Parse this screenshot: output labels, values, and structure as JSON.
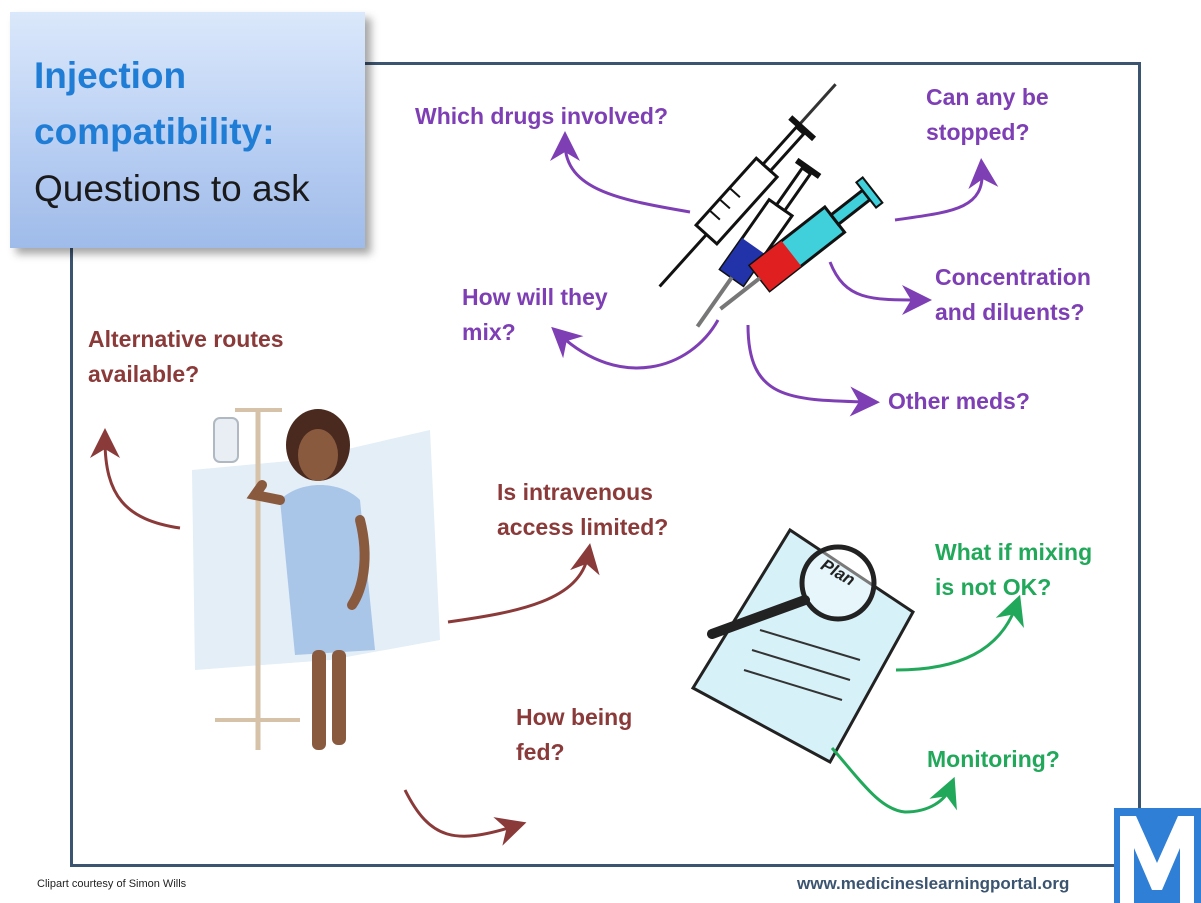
{
  "title": {
    "line1": "Injection",
    "line2": "compatibility:",
    "line3": "Questions to ask"
  },
  "questions": {
    "drugs_involved": "Which drugs involved?",
    "stopped_line1": "Can any be",
    "stopped_line2": "stopped?",
    "concentration_line1": "Concentration",
    "concentration_line2": "and diluents?",
    "mix_line1": "How will they",
    "mix_line2": "mix?",
    "other_meds": "Other meds?",
    "routes_line1": "Alternative routes",
    "routes_line2": "available?",
    "iv_line1": "Is intravenous",
    "iv_line2": "access limited?",
    "fed_line1": "How being",
    "fed_line2": "fed?",
    "mixing_line1": "What if mixing",
    "mixing_line2": "is not OK?",
    "monitoring": "Monitoring?"
  },
  "plan_label": "Plan",
  "footer": {
    "credit": "Clipart courtesy of Simon Wills",
    "url": "www.medicineslearningportal.org"
  },
  "colors": {
    "purple": "#7e3fb5",
    "brown": "#8b3a3a",
    "green": "#22a85a",
    "title_blue": "#1f7dd6",
    "frame": "#3b5470"
  }
}
